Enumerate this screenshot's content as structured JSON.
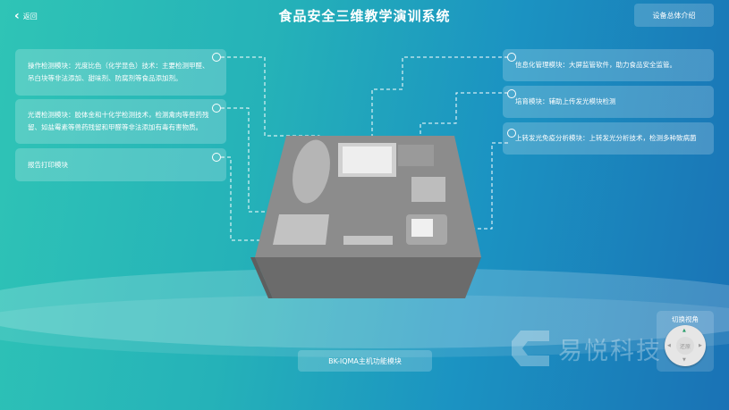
{
  "header": {
    "back_label": "返回",
    "title": "食品安全三维教学演训系统",
    "intro_button": "设备总体介绍"
  },
  "left_cards": [
    {
      "text": "操作检测模块：光度比色（化学显色）技术：主要检测甲醛、吊白块等非法添加、甜味剂、防腐剂等食品添加剂。"
    },
    {
      "text": "光谱检测模块：胶体金和十化学检测技术，检测禽肉等兽药残留、如盐霉素等兽药残留和甲醛等非法添加有毒有害物质。"
    },
    {
      "text": "报告打印模块"
    }
  ],
  "right_cards": [
    {
      "text": "信息化管理模块：大屏监管软件，助力食品安全监管。"
    },
    {
      "text": "培育模块：辅助上传发光模块检测"
    },
    {
      "text": "上转发光免疫分析模块：上转发光分析技术，检测多种致病菌"
    }
  ],
  "bottom_button": "BK-IQMA主机功能模块",
  "logo": {
    "text": "易悦科技"
  },
  "view_switch": {
    "label": "切换视角",
    "reset": "还原",
    "up": "▲",
    "down": "▼",
    "left": "◀",
    "right": "▶"
  }
}
